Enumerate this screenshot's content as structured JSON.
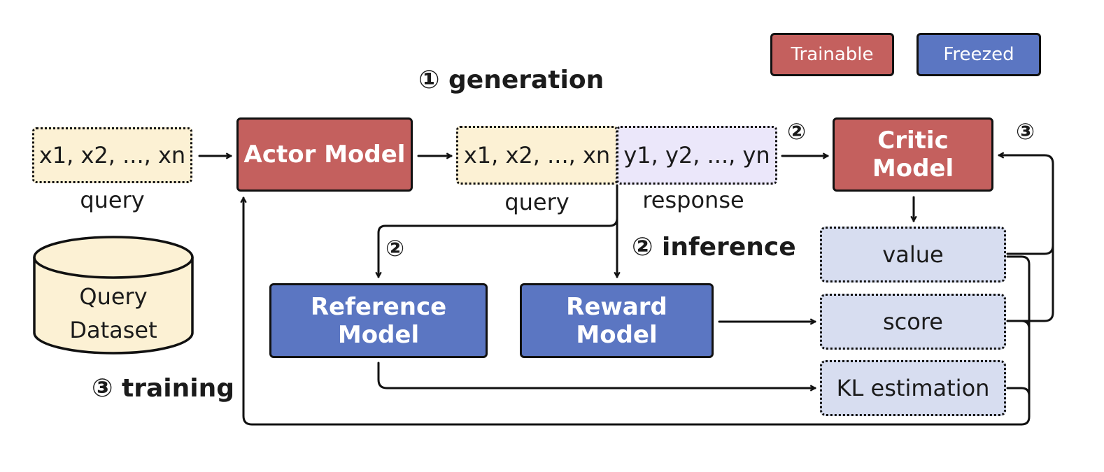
{
  "legend": {
    "trainable": "Trainable",
    "freezed": "Freezed"
  },
  "stages": {
    "generation": "① generation",
    "inference": "② inference",
    "training": "③ training"
  },
  "steps": {
    "two": "②",
    "three": "③"
  },
  "input": {
    "sequence": "x1, x2, ..., xn",
    "caption": "query"
  },
  "dataset": {
    "line1": "Query",
    "line2": "Dataset"
  },
  "models": {
    "actor": "Actor Model",
    "critic": "Critic Model",
    "reference": "Reference Model",
    "reward": "Reward Model"
  },
  "generated": {
    "query_sequence": "x1, x2, ..., xn",
    "query_caption": "query",
    "response_sequence": "y1, y2, ..., yn",
    "response_caption": "response"
  },
  "outputs": {
    "value": "value",
    "score": "score",
    "kl": "KL estimation"
  },
  "colors": {
    "trainable": "#c4605e",
    "freezed": "#5b76c2",
    "query_fill": "#fcf1d4",
    "response_fill": "#ebe7fa",
    "output_fill": "#d7ddf0"
  }
}
